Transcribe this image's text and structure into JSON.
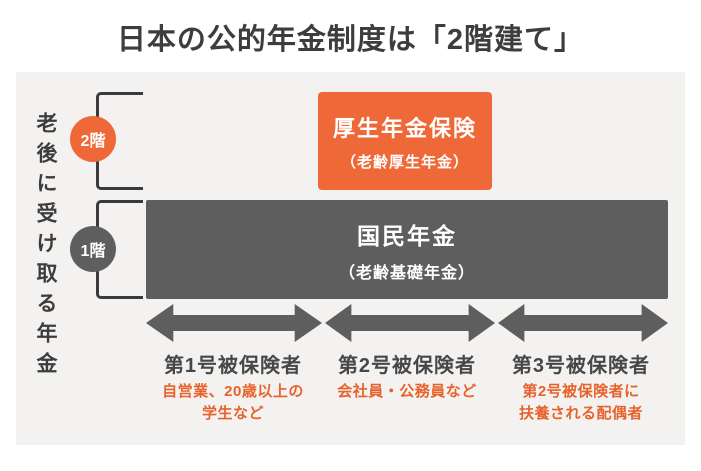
{
  "title": "日本の公的年金制度は「2階建て」",
  "side_label": "老後に受け取る年金",
  "floors": [
    {
      "badge": "2階",
      "box_title": "厚生年金保険",
      "box_subtitle": "（老齢厚生年金）"
    },
    {
      "badge": "1階",
      "box_title": "国民年金",
      "box_subtitle": "（老齢基礎年金）"
    }
  ],
  "categories": [
    {
      "label": "第1号被保険者",
      "caption_line1": "自営業、20歳以上の",
      "caption_line2": "学生など"
    },
    {
      "label": "第2号被保険者",
      "caption_line1": "会社員・公務員など",
      "caption_line2": ""
    },
    {
      "label": "第3号被保険者",
      "caption_line1": "第2号被保険者に",
      "caption_line2": "扶養される配偶者"
    }
  ],
  "colors": {
    "accent_orange": "#EF6838",
    "caption_orange": "#E8622C",
    "title_gray": "#3D3D3D",
    "shape_gray": "#5E5E5E",
    "line_gray": "#3A3A3A",
    "panel_bg": "#F3F2F0"
  }
}
